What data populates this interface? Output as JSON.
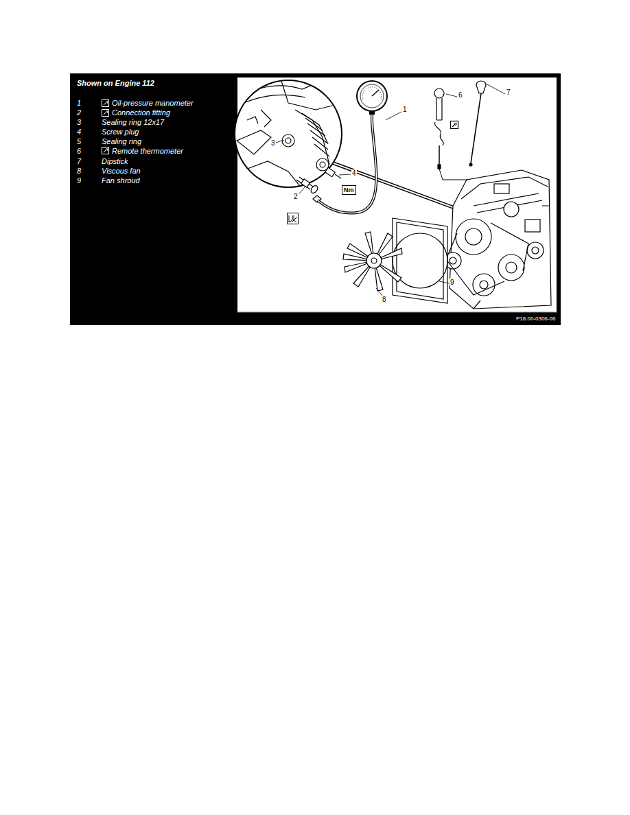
{
  "diagram": {
    "title": "Shown on Engine 112",
    "labels": [
      "1",
      "Oil-pressure manometer",
      "2",
      "Connection fitting",
      "3",
      "Sealing ring 12x17",
      "4",
      "Screw plug",
      "5",
      "Sealing ring",
      "6",
      "Remote thermometer",
      "7",
      "Dipstick",
      "8",
      "Viscous fan",
      "9",
      "Fan shroud",
      "1",
      "6",
      "7",
      "3",
      "4",
      "2",
      "Nm",
      "8",
      "9",
      "P18.00-0306-06"
    ]
  }
}
